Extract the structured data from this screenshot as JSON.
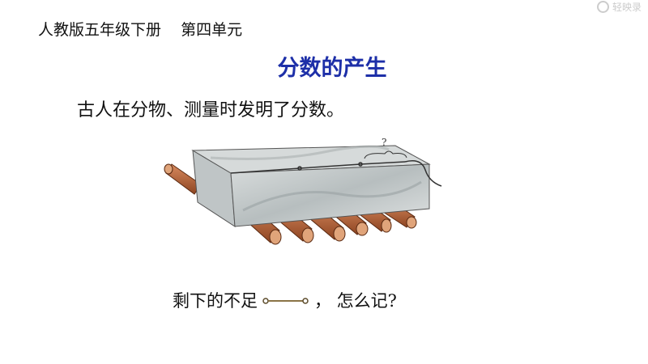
{
  "header": {
    "text": "人教版五年级下册    第四单元"
  },
  "title": "分数的产生",
  "intro": "古人在分物、测量时发明了分数。",
  "illustration": {
    "question_mark": "?"
  },
  "question": {
    "before": "剩下的不足",
    "after": "， 怎么记?"
  },
  "watermark": {
    "text": "轻映录"
  },
  "colors": {
    "title": "#1d2fa8",
    "rod": "#b4633a",
    "stone": "#c9cfd0"
  }
}
